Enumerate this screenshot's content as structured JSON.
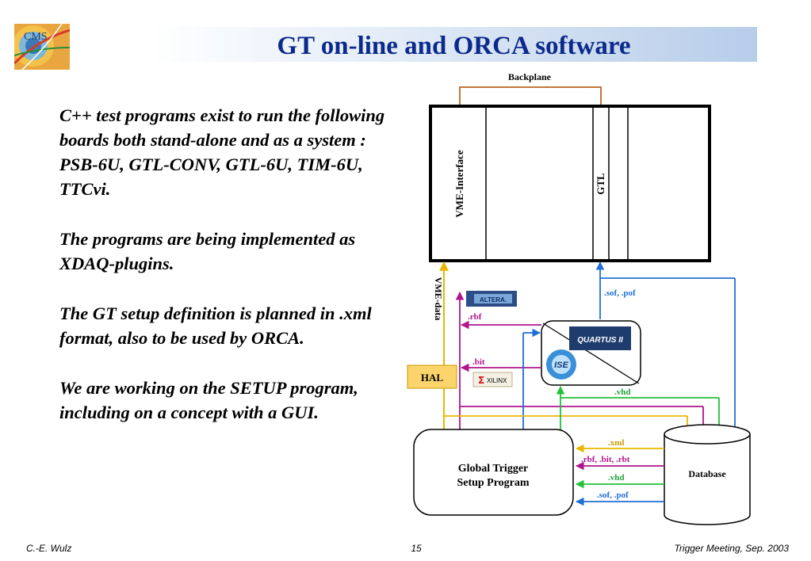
{
  "slide": {
    "title": "GT on-line and ORCA software",
    "logo": {
      "text": "CMS",
      "icon": "cms-logo-icon"
    },
    "paragraphs": [
      "C++ test programs exist to run the following boards both stand-alone and as a system :  PSB-6U, GTL-CONV, GTL-6U, TIM-6U, TTCvi.",
      "The programs are being implemented as XDAQ-plugins.",
      "The GT setup definition is planned in .xml format, also to be used by ORCA.",
      "We are working on the SETUP program, including on a concept with a GUI."
    ]
  },
  "diagram": {
    "backplane": "Backplane",
    "vme_interface": "VME-Interface",
    "gtl": "GTL",
    "vme_data": "VME-data",
    "hal": "HAL",
    "altera": "ALTERA.",
    "quartus": "QUARTUS II",
    "ise": "ISE",
    "xilinx": "XILINX",
    "label_sof_pof_top": ".sof, .pof",
    "label_rbf": ".rbf",
    "label_bit": ".bit",
    "label_vhd_mid": ".vhd",
    "global_trigger_line1": "Global Trigger",
    "global_trigger_line2": "Setup Program",
    "database": "Database",
    "label_xml": ".xml",
    "label_rbf_bit_rbt": ".rbf, .bit, .rbt",
    "label_vhd_low": ".vhd",
    "label_sof_pof_low": ".sof, .pof",
    "colors": {
      "magenta": "#b0158c",
      "blue": "#1f6fd6",
      "green": "#22c13a",
      "yellow": "#e8b800",
      "backplane": "#c07838"
    }
  },
  "footer": {
    "author": "C.-E. Wulz",
    "page": "15",
    "event": "Trigger Meeting, Sep. 2003"
  }
}
